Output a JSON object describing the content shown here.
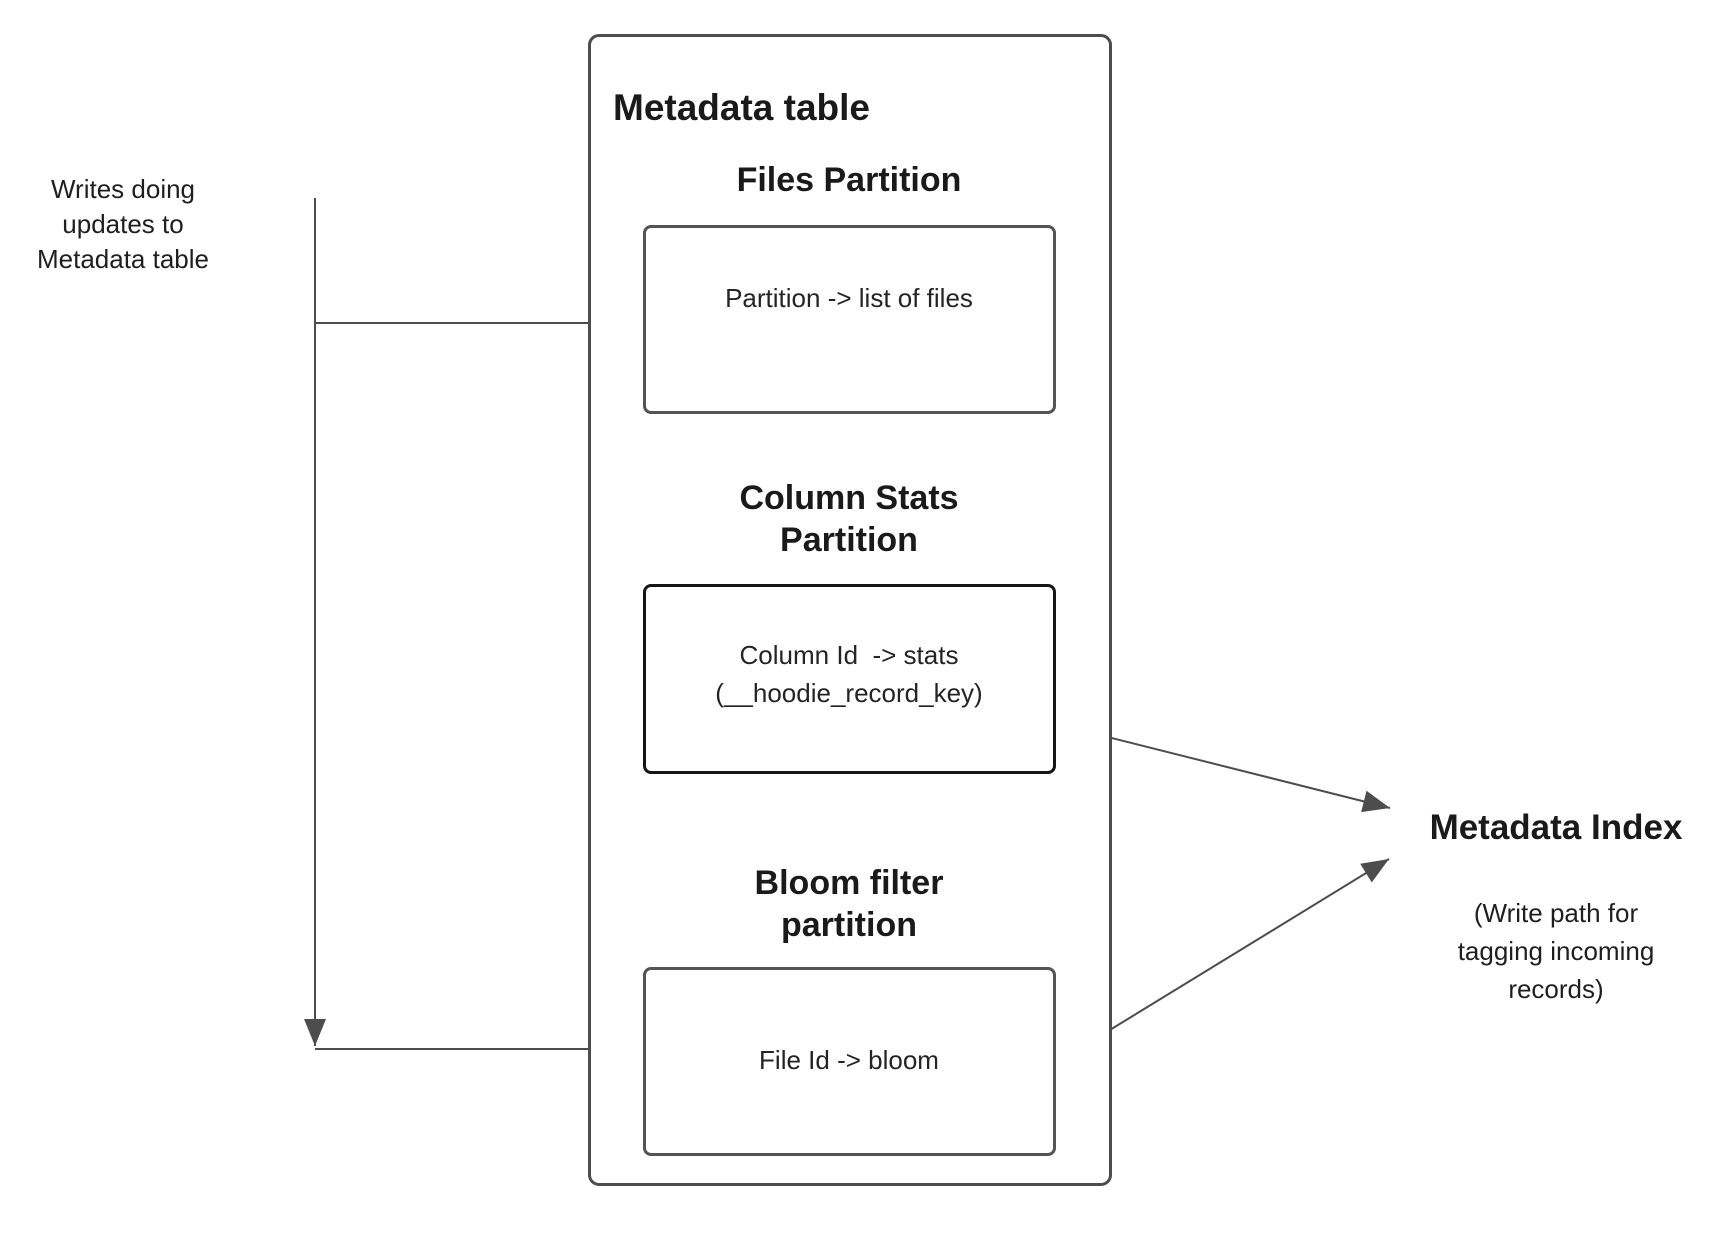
{
  "diagram": {
    "left_note": "Writes doing\nupdates to\nMetadata table",
    "metadata_table": {
      "title": "Metadata table",
      "partitions": [
        {
          "heading": "Files Partition",
          "mapping": "Partition -> list of files"
        },
        {
          "heading": "Column Stats\nPartition",
          "mapping": "Column Id  -> stats\n(__hoodie_record_key)"
        },
        {
          "heading": "Bloom filter\npartition",
          "mapping": "File Id -> bloom"
        }
      ]
    },
    "metadata_index": {
      "title": "Metadata Index",
      "subtitle": "(Write path for\ntagging incoming\nrecords)"
    },
    "colors": {
      "connector": "#4d4d4d",
      "box_border": "#545454",
      "emphasis_box_border": "#161616",
      "text": "#1a1a1a",
      "background": "#ffffff"
    }
  }
}
